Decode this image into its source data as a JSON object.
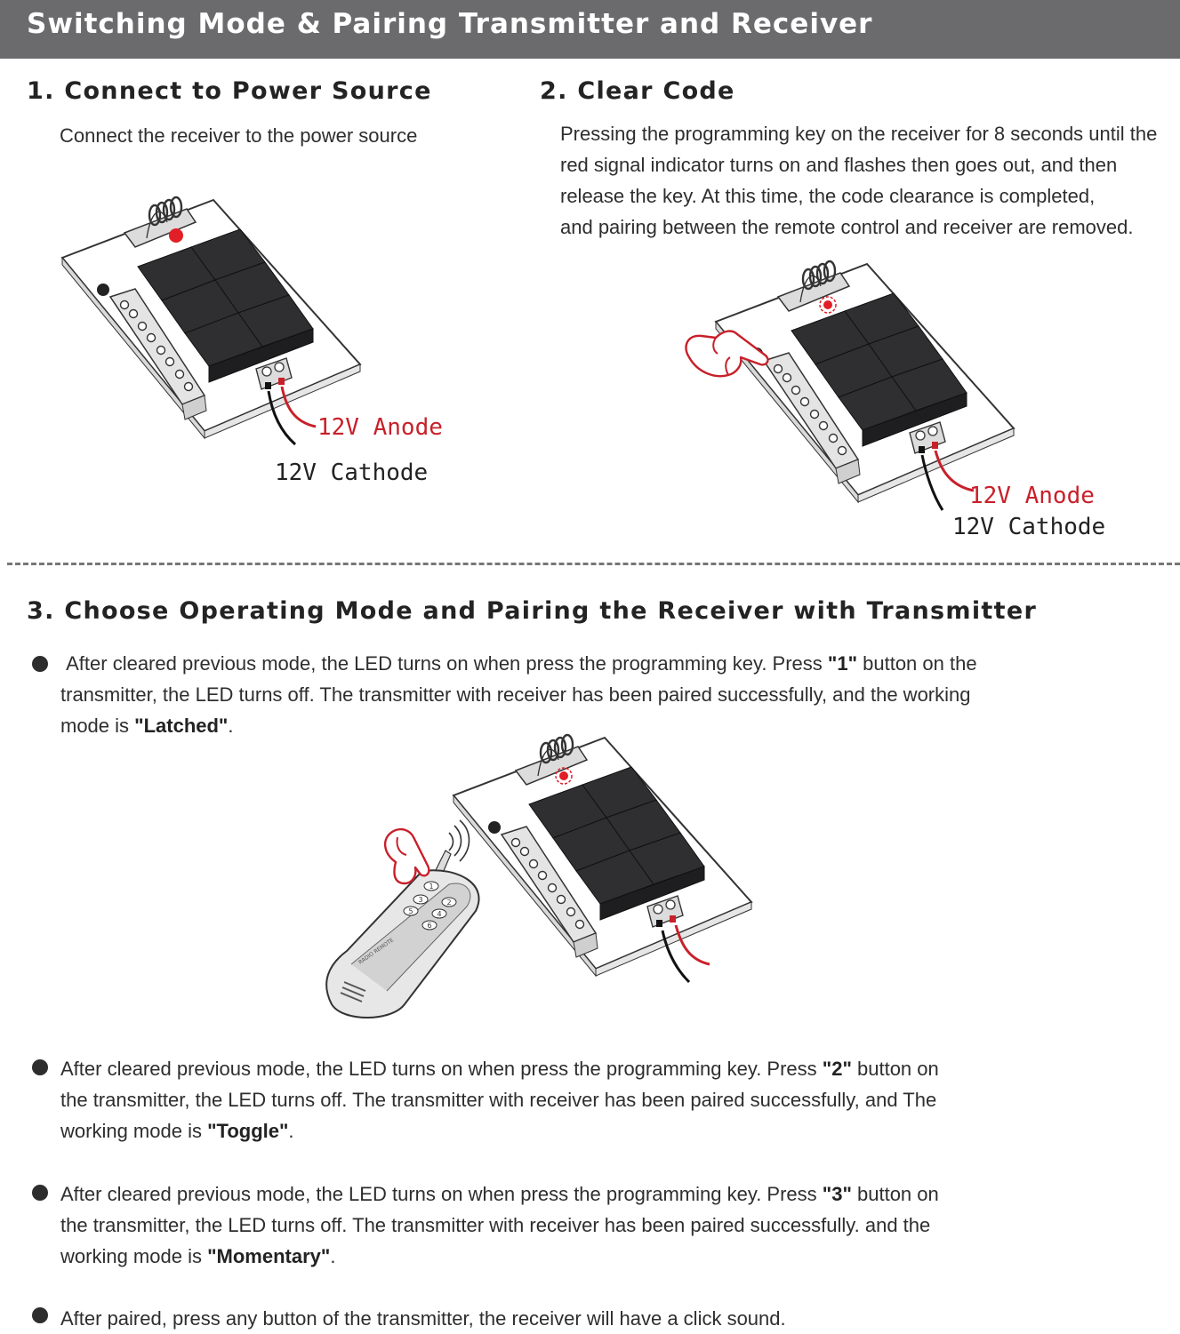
{
  "header": {
    "title": "Switching Mode & Pairing Transmitter and Receiver"
  },
  "step1": {
    "heading": "1. Connect to Power Source",
    "text": "Connect the receiver to the power source",
    "anode": "12V Anode",
    "cathode": "12V Cathode"
  },
  "step2": {
    "heading": "2. Clear Code",
    "lines": [
      "Pressing the programming key on the receiver for 8 seconds until the",
      "red signal indicator turns on and flashes then goes out, and then",
      "release the key. At this time, the code clearance is completed,",
      "and pairing between the remote control and receiver are removed."
    ],
    "anode": "12V Anode",
    "cathode": "12V Cathode"
  },
  "step3": {
    "heading": "3. Choose Operating Mode and Pairing the Receiver with Transmitter",
    "remote_buttons": [
      "1",
      "2",
      "3",
      "4",
      "5",
      "6"
    ],
    "bullets": [
      {
        "l1a": "After cleared previous mode, the LED turns on when press the programming key. Press ",
        "l1b": "\"1\"",
        "l1c": " button on the",
        "l2": "transmitter, the LED turns off. The transmitter with receiver has been paired successfully, and the working",
        "l3a": "mode is ",
        "l3b": "\"Latched\"",
        "l3c": "."
      },
      {
        "l1a": "After cleared previous mode, the LED turns on when press the programming key. Press ",
        "l1b": "\"2\"",
        "l1c": " button on",
        "l2": "the transmitter, the LED turns off. The transmitter with receiver has been paired successfully, and The",
        "l3a": "working mode is ",
        "l3b": "\"Toggle\"",
        "l3c": "."
      },
      {
        "l1a": "After cleared previous mode, the LED turns on when press the programming key. Press ",
        "l1b": "\"3\"",
        "l1c": " button on",
        "l2": "the transmitter, the LED turns off. The transmitter with receiver has been paired successfully. and the",
        "l3a": "working mode is ",
        "l3b": "\"Momentary\"",
        "l3c": "."
      },
      {
        "l1a": "After paired, press any button of the transmitter, the receiver will have a click sound."
      }
    ]
  },
  "colors": {
    "banner": "#6b6b6d",
    "accent_red": "#c8202a",
    "relay": "#2f2f31"
  }
}
